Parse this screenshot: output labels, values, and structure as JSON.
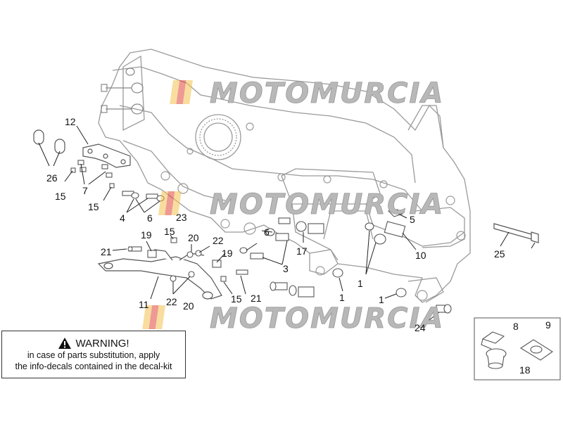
{
  "watermark": {
    "text": "MOTOMURCIA",
    "color": "#b8b8b8"
  },
  "callouts": {
    "n1a": "1",
    "n1b": "1",
    "n1c": "1",
    "n3": "3",
    "n4": "4",
    "n5": "5",
    "n6a": "6",
    "n6b": "6",
    "n7": "7",
    "n8": "8",
    "n9": "9",
    "n10": "10",
    "n11": "11",
    "n12": "12",
    "n15a": "15",
    "n15b": "15",
    "n15c": "15",
    "n15d": "15",
    "n17": "17",
    "n18": "18",
    "n19a": "19",
    "n19b": "19",
    "n20a": "20",
    "n20b": "20",
    "n21a": "21",
    "n21b": "21",
    "n22a": "22",
    "n22b": "22",
    "n23": "23",
    "n24": "24",
    "n25": "25",
    "n26": "26"
  },
  "warning": {
    "title": "WARNING!",
    "line1": "in case of parts substitution, apply",
    "line2": "the info-decals contained in the decal-kit"
  }
}
